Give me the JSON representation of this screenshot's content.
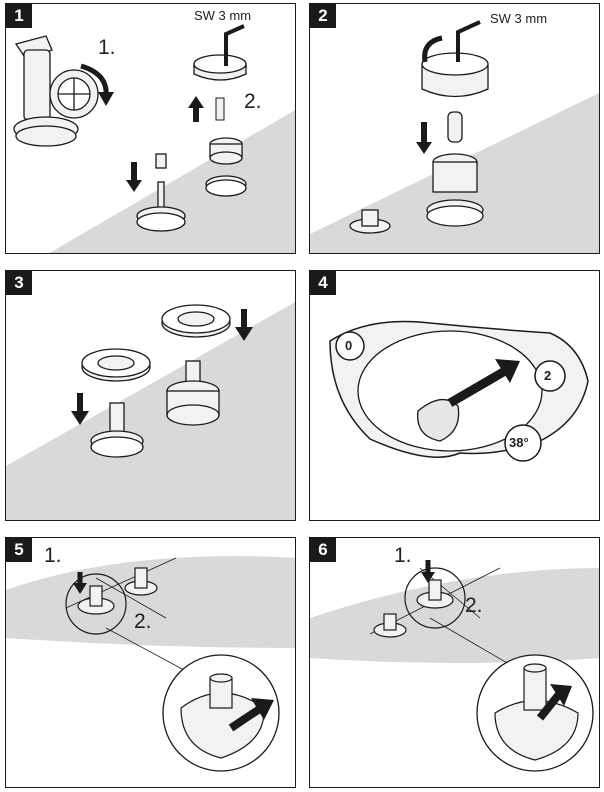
{
  "panels": [
    {
      "number": "1",
      "tool_label": "SW 3 mm",
      "step1": "1.",
      "step2": "2."
    },
    {
      "number": "2",
      "tool_label": "SW 3 mm"
    },
    {
      "number": "3"
    },
    {
      "number": "4",
      "dial_labels": [
        "0",
        "2",
        "38°"
      ]
    },
    {
      "number": "5",
      "step1": "1.",
      "step2": "2."
    },
    {
      "number": "6",
      "step1": "1.",
      "step2": "2."
    }
  ],
  "colors": {
    "frame": "#1a1a1a",
    "floor": "#d9d9d9",
    "part_fill": "#f2f2f2",
    "arrow": "#1a1a1a"
  }
}
